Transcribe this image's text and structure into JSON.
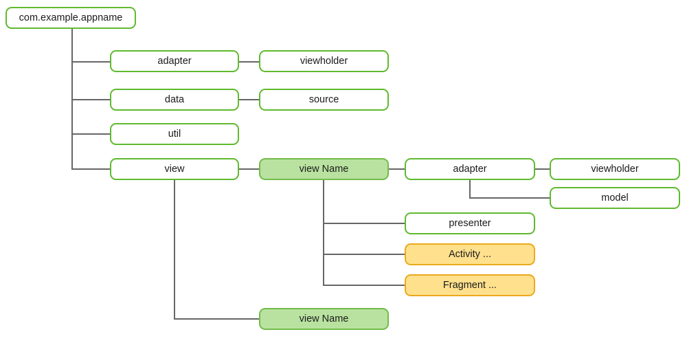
{
  "diagram": {
    "title": "Android package structure tree",
    "background": "#ffffff",
    "colors": {
      "plain_border": "#5fba2e",
      "plain_fill": "#ffffff",
      "green_border": "#72bb4a",
      "green_fill": "#b9e2a0",
      "yellow_border": "#eaa91e",
      "yellow_fill": "#ffe08c",
      "edge": "#666666",
      "text": "#1a1a1a"
    },
    "nodes": {
      "root": {
        "label": "com.example.appname",
        "style": "plain"
      },
      "adapter_l2": {
        "label": "adapter",
        "style": "plain"
      },
      "viewholder_l3": {
        "label": "viewholder",
        "style": "plain"
      },
      "data_l2": {
        "label": "data",
        "style": "plain"
      },
      "source_l3": {
        "label": "source",
        "style": "plain"
      },
      "util_l2": {
        "label": "util",
        "style": "plain"
      },
      "view_l2": {
        "label": "view",
        "style": "plain"
      },
      "view_name_1": {
        "label": "view Name",
        "style": "green"
      },
      "adapter_l4": {
        "label": "adapter",
        "style": "plain"
      },
      "viewholder_l5": {
        "label": "viewholder",
        "style": "plain"
      },
      "model_l5": {
        "label": "model",
        "style": "plain"
      },
      "presenter_l4": {
        "label": "presenter",
        "style": "plain"
      },
      "activity_l4": {
        "label": "Activity ...",
        "style": "yellow"
      },
      "fragment_l4": {
        "label": "Fragment ...",
        "style": "yellow"
      },
      "view_name_2": {
        "label": "view Name",
        "style": "green"
      }
    }
  }
}
